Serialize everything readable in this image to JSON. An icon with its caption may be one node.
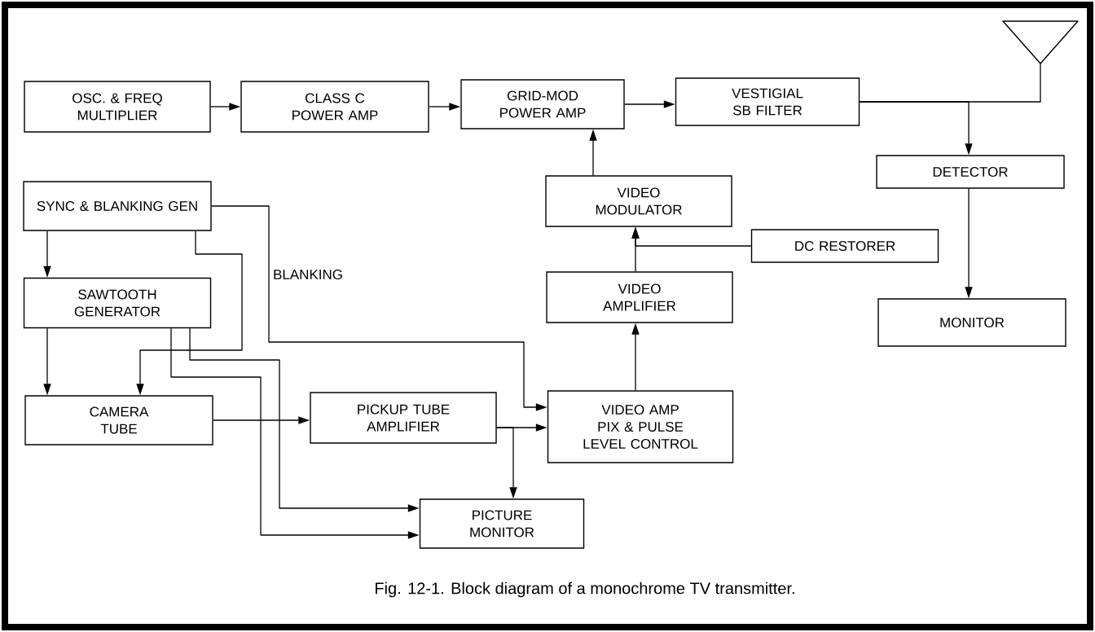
{
  "diagram": {
    "caption": "Fig. 12-1. Block diagram of a monochrome TV transmitter.",
    "nodes": [
      {
        "text": [
          "OSC. & FREQ MULTIPLIER"
        ]
      },
      {
        "text": [
          "CLASS C POWER AMP"
        ]
      },
      {
        "text": [
          "GRID-MOD POWER AMP"
        ]
      },
      {
        "text": [
          "VESTIGIAL SB FILTER"
        ]
      },
      {
        "text": [],
        "shape": "antenna"
      },
      {
        "text": [
          "DETECTOR"
        ]
      },
      {
        "text": [
          "MONITOR"
        ]
      },
      {
        "text": [
          "VIDEO MODULATOR"
        ]
      },
      {
        "text": [
          "DC RESTORER"
        ]
      },
      {
        "text": [
          "VIDEO AMPLIFIER"
        ]
      },
      {
        "text": [
          "SYNC & BLANKING GEN"
        ]
      },
      {
        "text": [
          "SAWTOOTH GENERATOR"
        ]
      },
      {
        "text": [
          "CAMERA TUBE"
        ]
      },
      {
        "text": [
          "PICKUP TUBE AMPLIFIER"
        ]
      },
      {
        "text": [
          "VIDEO AMP PIX & PULSE LEVEL CONTROL"
        ]
      },
      {
        "text": [
          "PICTURE MONITOR"
        ]
      }
    ],
    "edges": [
      {
        "from": 0,
        "to": 1,
        "arrow": "to"
      },
      {
        "from": 1,
        "to": 2,
        "arrow": "to"
      },
      {
        "from": 2,
        "to": 3,
        "arrow": "to"
      },
      {
        "from": 3,
        "to": 4,
        "arrow": "none"
      },
      {
        "from": 3,
        "to": 5,
        "arrow": "to"
      },
      {
        "from": 5,
        "to": 6,
        "arrow": "to"
      },
      {
        "from": 7,
        "to": 2,
        "arrow": "to"
      },
      {
        "from": 9,
        "to": 7,
        "arrow": "to"
      },
      {
        "from": 8,
        "to": 7,
        "arrow": "to"
      },
      {
        "from": 14,
        "to": 9,
        "arrow": "to"
      },
      {
        "from": 10,
        "to": 11,
        "arrow": "to"
      },
      {
        "from": 10,
        "to": 14,
        "arrow": "to",
        "label": "BLANKING"
      },
      {
        "from": 10,
        "to": 12,
        "arrow": "to"
      },
      {
        "from": 11,
        "to": 12,
        "arrow": "to"
      },
      {
        "from": 11,
        "to": 15,
        "arrow": "to"
      },
      {
        "from": 11,
        "to": 15,
        "arrow": "to"
      },
      {
        "from": 12,
        "to": 13,
        "arrow": "to"
      },
      {
        "from": 13,
        "to": 14,
        "arrow": "to"
      },
      {
        "from": 13,
        "to": 15,
        "arrow": "to"
      }
    ]
  }
}
